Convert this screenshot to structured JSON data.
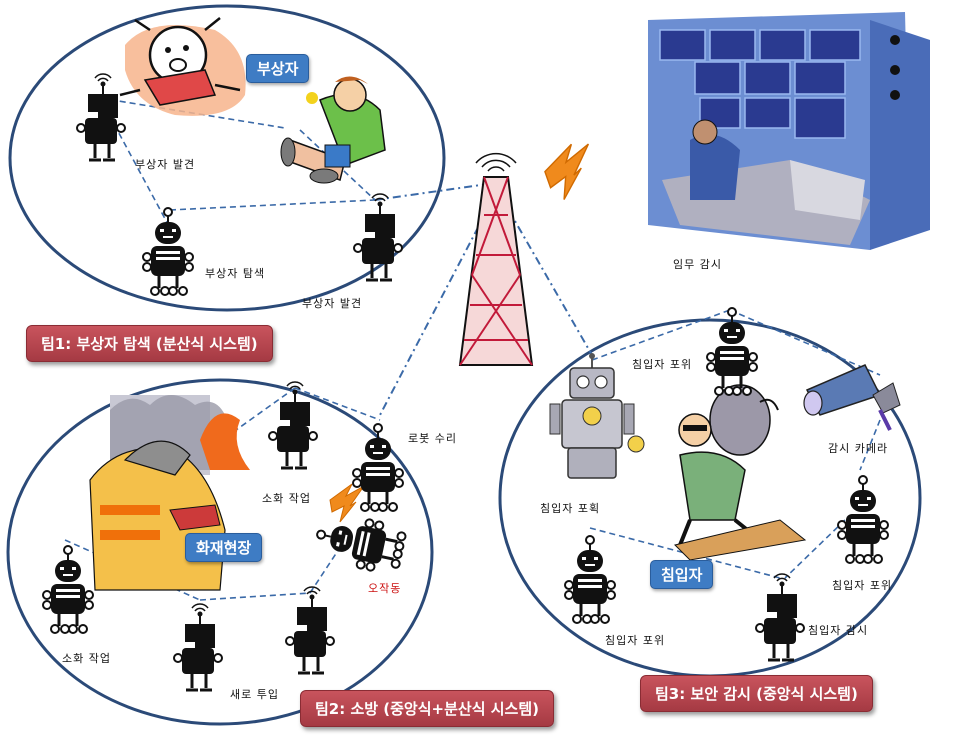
{
  "tags": {
    "injured": "부상자",
    "fire_scene": "화재현장",
    "intruder": "침입자"
  },
  "teams": {
    "team1": "팀1: 부상자 탐색 (분산식 시스템)",
    "team2": "팀2: 소방 (중앙식+분산식 시스템)",
    "team3": "팀3: 보안 감시 (중앙식 시스템)"
  },
  "labels": {
    "injured_found_1": "부상자 발견",
    "injured_search": "부상자 탐색",
    "injured_found_2": "부상자 발견",
    "mission_monitor": "임무 감시",
    "robot_repair": "로봇 수리",
    "extinguish_1": "소화 작업",
    "extinguish_2": "소화 작업",
    "malfunction": "오작동",
    "new_deploy": "새로 투입",
    "intruder_surround_top": "침입자 포위",
    "surveillance_camera": "감시 카메라",
    "intruder_capture": "침입자 포획",
    "intruder_surround_right": "침입자 포위",
    "intruder_surround_bottom": "침입자 포위",
    "intruder_watch": "침입자 감시"
  },
  "colors": {
    "circle_stroke": "#2b4a78",
    "link_stroke": "#3b6aa8",
    "tag_fill": "#3e7cc4",
    "team_fill": "#b2434c",
    "malfunction_text": "#cc1111",
    "robot_body": "#111111"
  },
  "icons": {
    "robot_round": "robot-icon",
    "robot_antenna": "antenna-robot-icon",
    "tower": "radio-tower-icon",
    "lightning": "lightning-icon",
    "control_room": "control-room-icon",
    "camera": "surveillance-camera-icon"
  }
}
